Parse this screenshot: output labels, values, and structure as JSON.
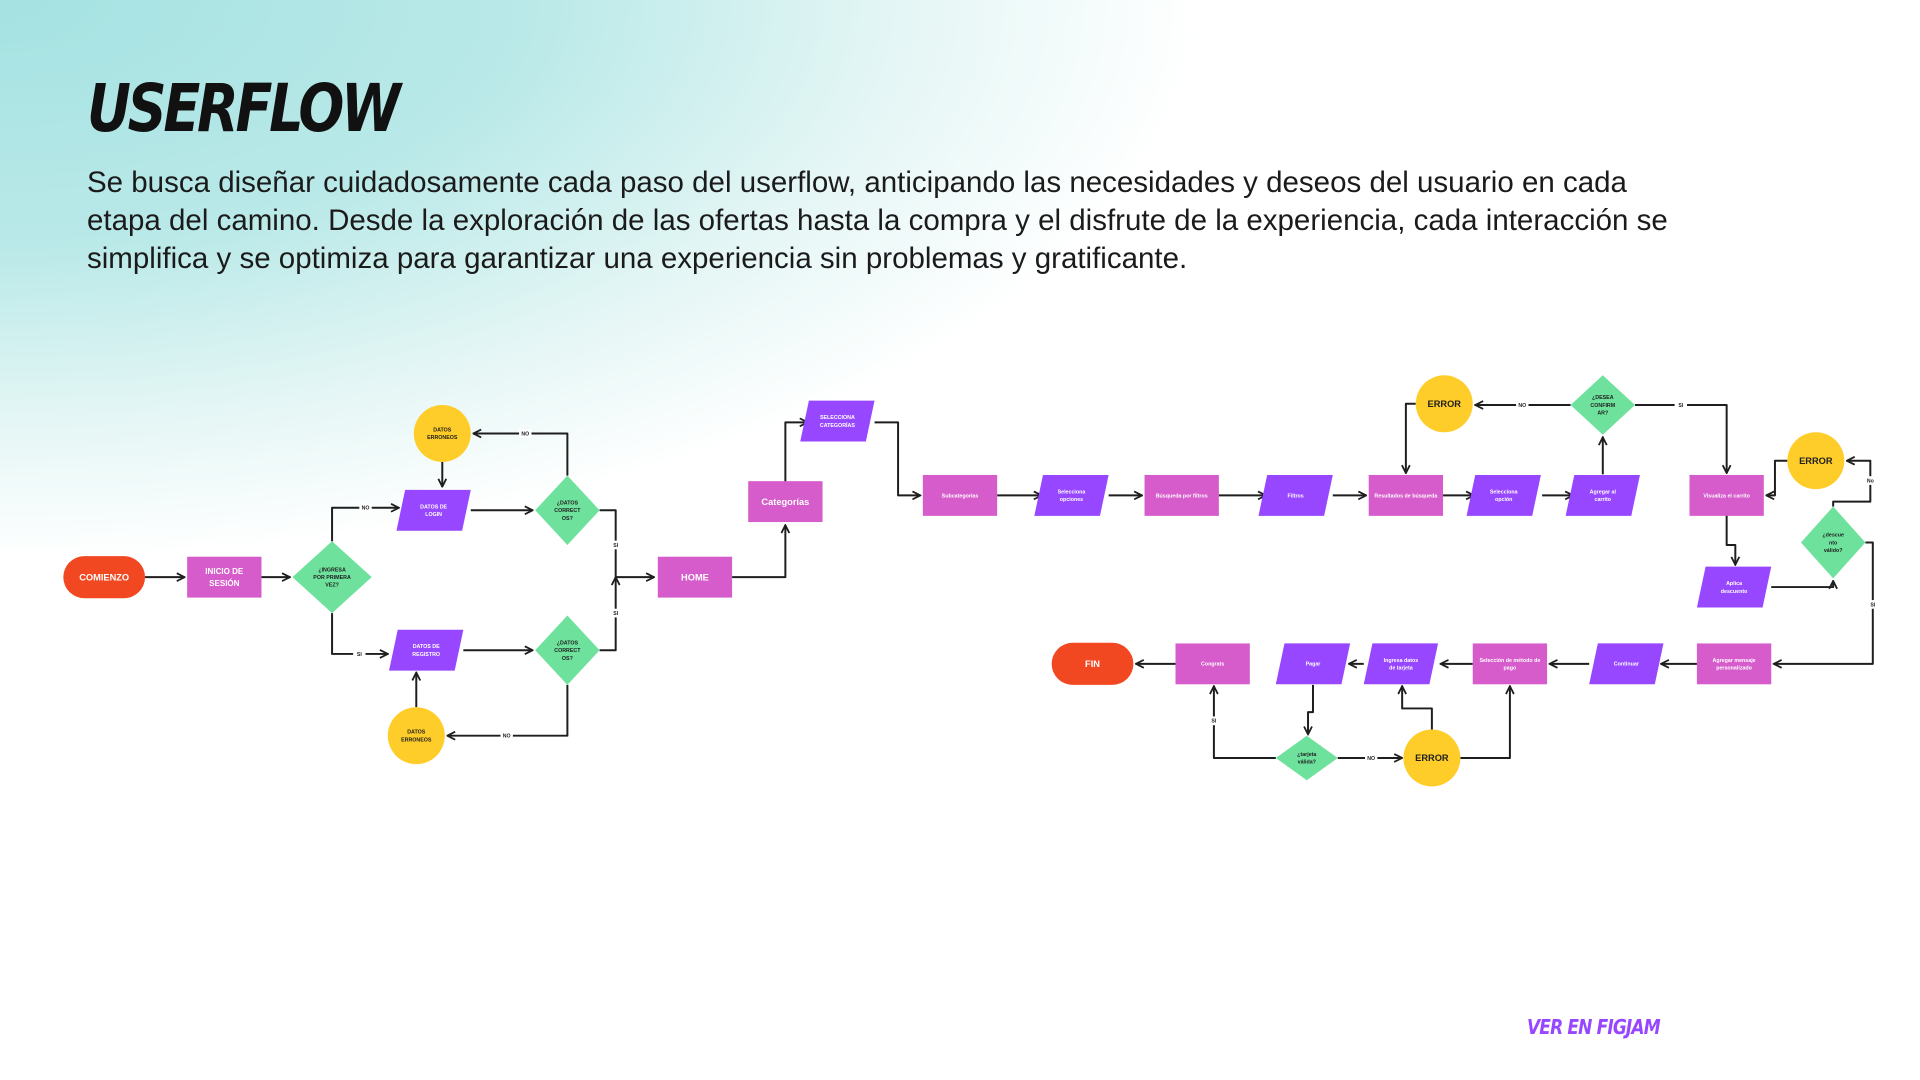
{
  "header": {
    "title": "USERFLOW",
    "intro": "Se busca diseñar cuidadosamente cada paso del userflow, anticipando las necesidades y deseos del usuario en cada etapa del camino. Desde la exploración de las ofertas hasta la compra y el disfrute de la experiencia, cada interacción se simplifica y se optimiza para garantizar una experiencia sin problemas y gratificante."
  },
  "footer": {
    "figjam_link": "VER EN FIGJAM"
  },
  "colors": {
    "start_end": "#f24822",
    "process": "#d65bcb",
    "input": "#9747ff",
    "decision": "#6ee29c",
    "error": "#ffcd29",
    "link": "#9747ff"
  },
  "nodes": {
    "comienzo": {
      "lines": [
        "COMIENZO"
      ]
    },
    "inicio": {
      "lines": [
        "INICIO DE",
        "SESIÓN"
      ]
    },
    "ingresa": {
      "lines": [
        "¿INGRESA",
        "POR PRIMERA",
        "VEZ?"
      ]
    },
    "login": {
      "lines": [
        "DATOS DE",
        "LOGIN"
      ]
    },
    "registro": {
      "lines": [
        "DATOS DE",
        "REGISTRO"
      ]
    },
    "err_login": {
      "lines": [
        "DATOS",
        "ERRONEOS"
      ]
    },
    "err_registro": {
      "lines": [
        "DATOS",
        "ERRONEOS"
      ]
    },
    "ok_login": {
      "lines": [
        "¿DATOS",
        "CORRECT",
        "OS?"
      ]
    },
    "ok_registro": {
      "lines": [
        "¿DATOS",
        "CORRECT",
        "OS?"
      ]
    },
    "home": {
      "lines": [
        "HOME"
      ]
    },
    "categorias": {
      "lines": [
        "Categorías"
      ]
    },
    "sel_categorias": {
      "lines": [
        "SELECCIONA",
        "CATEGORÍAS"
      ]
    },
    "subcategorias": {
      "lines": [
        "Subcategorías"
      ]
    },
    "sel_opciones": {
      "lines": [
        "Selecciona",
        "opciones"
      ]
    },
    "busqueda": {
      "lines": [
        "Búsqueda por filtros"
      ]
    },
    "filtros": {
      "lines": [
        "Filtros"
      ]
    },
    "resultados": {
      "lines": [
        "Resultados de búsqueda"
      ]
    },
    "sel_opcion": {
      "lines": [
        "Selecciona",
        "opción"
      ]
    },
    "agregar": {
      "lines": [
        "Agregar al",
        "carrito"
      ]
    },
    "err_confirm": {
      "lines": [
        "ERROR"
      ]
    },
    "confirmar": {
      "lines": [
        "¿DESEA",
        "CONFIRM",
        "AR?"
      ]
    },
    "carrito": {
      "lines": [
        "Visualiza el carrito"
      ]
    },
    "err_desc": {
      "lines": [
        "ERROR"
      ]
    },
    "desc_valido": {
      "lines": [
        "¿descue",
        "nto",
        "válido?"
      ]
    },
    "aplica": {
      "lines": [
        "Aplica",
        "descuento"
      ]
    },
    "mensaje": {
      "lines": [
        "Agregar mensaje",
        "personalizado"
      ]
    },
    "continuar": {
      "lines": [
        "Continuar"
      ]
    },
    "metodo": {
      "lines": [
        "Selección de método de",
        "pago"
      ]
    },
    "tarjeta": {
      "lines": [
        "Ingresa datos",
        "de tarjeta"
      ]
    },
    "pagar": {
      "lines": [
        "Pagar"
      ]
    },
    "congrats": {
      "lines": [
        "Congrats"
      ]
    },
    "fin": {
      "lines": [
        "FIN"
      ]
    },
    "tarjeta_valida": {
      "lines": [
        "¿tarjeta",
        "válida?"
      ]
    },
    "err_tarjeta": {
      "lines": [
        "ERROR"
      ]
    }
  },
  "edge_labels": {
    "no": "NO",
    "si": "SI",
    "no_lower": "No"
  }
}
